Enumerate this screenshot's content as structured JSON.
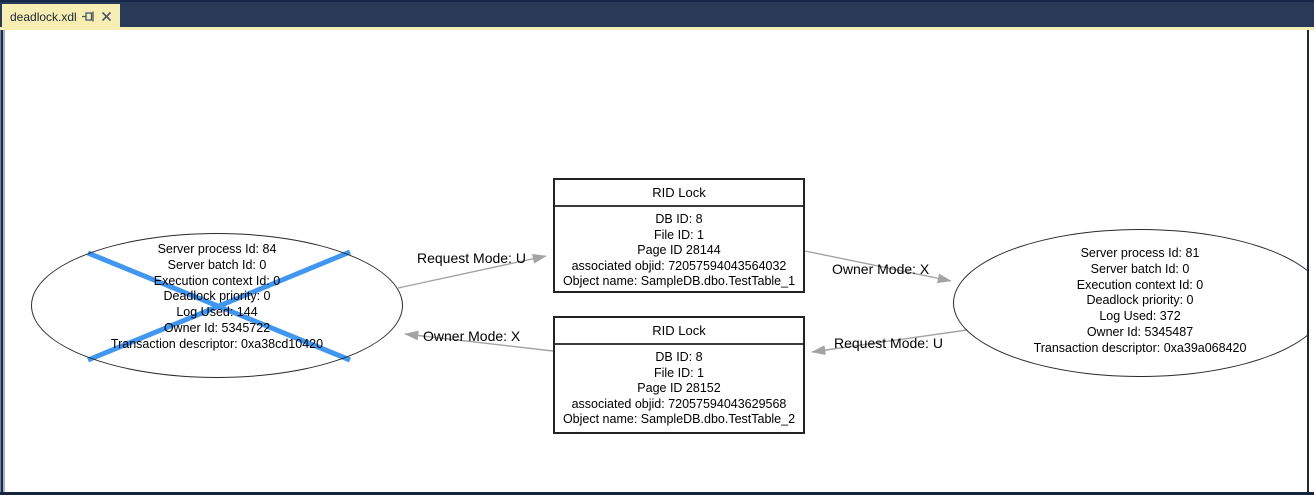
{
  "tab_bar": {
    "active_tab": {
      "title": "deadlock.xdl"
    }
  },
  "colors": {
    "tab_bar_bg": "#293a58",
    "tab_active_bg": "#f7eeb4",
    "victim_cross": "#4197f0",
    "arrow": "#a3a3a3"
  },
  "diagram": {
    "process_victim": {
      "lines": [
        "Server process Id: 84",
        "Server batch Id: 0",
        "Execution context Id: 0",
        "Deadlock priority: 0",
        "Log Used: 144",
        "Owner Id: 5345722",
        "Transaction descriptor: 0xa38cd10420"
      ]
    },
    "process_right": {
      "lines": [
        "Server process Id: 81",
        "Server batch Id: 0",
        "Execution context Id: 0",
        "Deadlock priority: 0",
        "Log Used: 372",
        "Owner Id: 5345487",
        "Transaction descriptor: 0xa39a068420"
      ]
    },
    "lock_top": {
      "title": "RID Lock",
      "lines": [
        "DB ID: 8",
        "File ID: 1",
        "Page ID 28144",
        "associated objid: 72057594043564032",
        "Object name: SampleDB.dbo.TestTable_1"
      ]
    },
    "lock_bottom": {
      "title": "RID Lock",
      "lines": [
        "DB ID: 8",
        "File ID: 1",
        "Page ID 28152",
        "associated objid: 72057594043629568",
        "Object name: SampleDB.dbo.TestTable_2"
      ]
    },
    "edge_labels": {
      "left_top": "Request Mode: U",
      "left_bottom": "Owner Mode: X",
      "right_top": "Owner Mode: X",
      "right_bottom": "Request Mode: U"
    }
  }
}
